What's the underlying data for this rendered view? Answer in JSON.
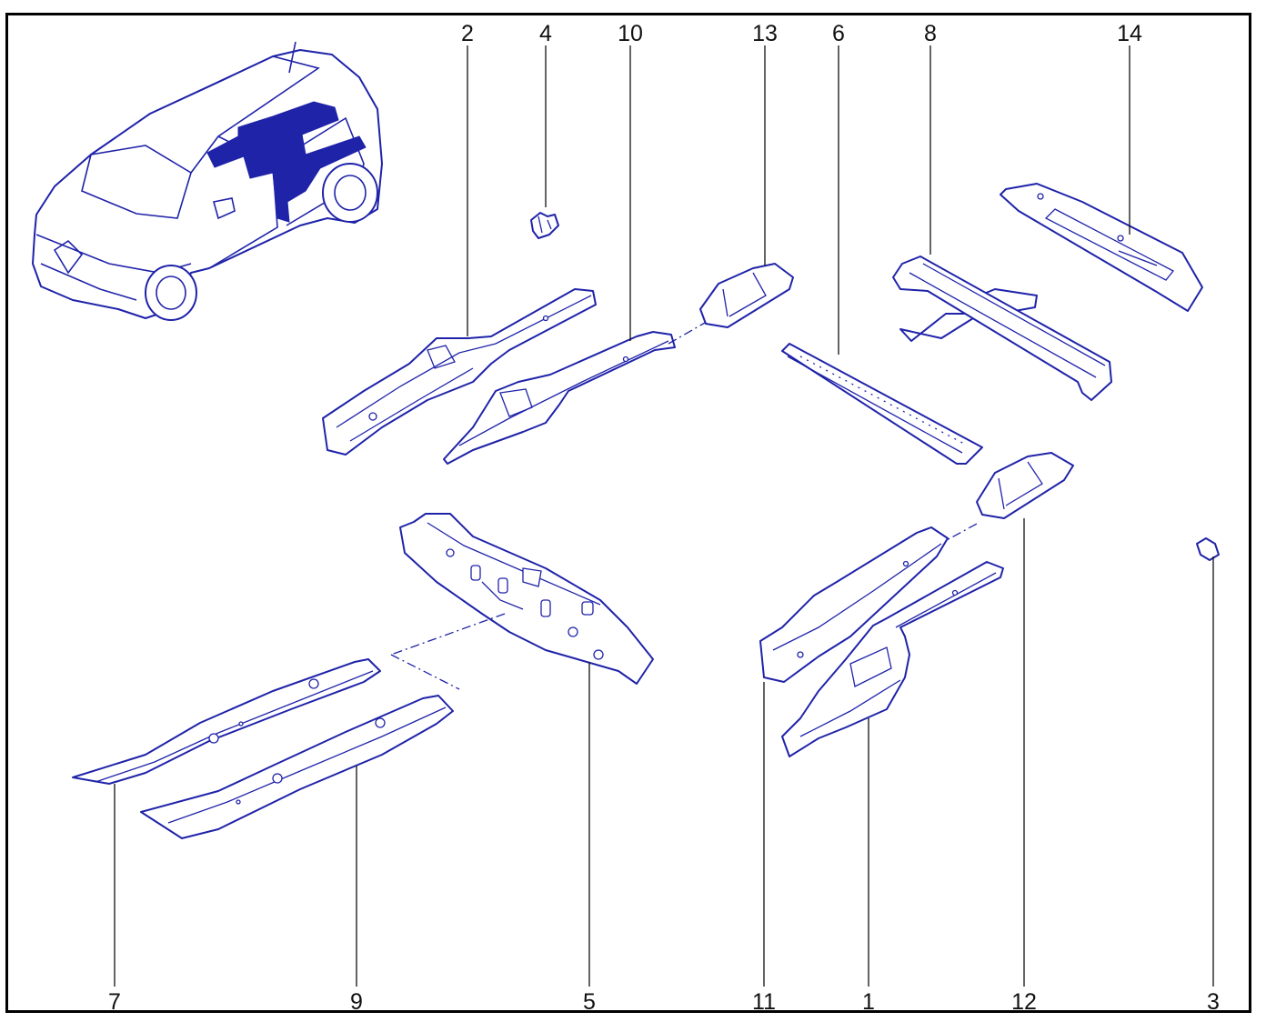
{
  "callouts": [
    "2",
    "4",
    "10",
    "13",
    "6",
    "8",
    "14",
    "7",
    "9",
    "5",
    "11",
    "1",
    "12",
    "3"
  ],
  "colors": {
    "line": "#1f23a8",
    "frame": "#000000",
    "background": "#ffffff"
  }
}
